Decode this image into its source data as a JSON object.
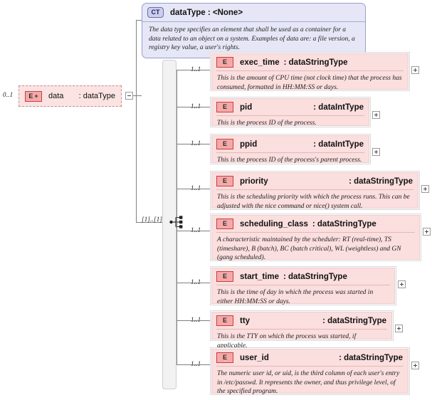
{
  "root_element": {
    "occurrence": "0..1",
    "badge": "E",
    "badge_plus": "+",
    "name": "data",
    "type": ": dataType",
    "icon": "element-expandable-icon"
  },
  "complex_type": {
    "badge": "CT",
    "title": "dataType : <None>",
    "annotation": "The data type specifies an element that shall be used as a container for a data related to an object on a system. Examples of data are: a file version, a registry key value, a user's rights."
  },
  "sequence": {
    "occurrence": "[1]..[1]",
    "icon": "sequence-compositor-icon"
  },
  "elements": [
    {
      "occurrence": "1..1",
      "badge": "E",
      "name": "exec_time",
      "type": ": dataStringType",
      "annotation": "This is the amount of CPU time (not clock time) that the process has consumed, formatted in HH:MM:SS or days.",
      "layout": "tight"
    },
    {
      "occurrence": "1..1",
      "badge": "E",
      "name": "pid",
      "type": ": dataIntType",
      "annotation": "This is the process ID of the process.",
      "layout": "pad"
    },
    {
      "occurrence": "1..1",
      "badge": "E",
      "name": "ppid",
      "type": ": dataIntType",
      "annotation": "This is the process ID of the process's parent process.",
      "layout": "pad"
    },
    {
      "occurrence": "1..1",
      "badge": "E",
      "name": "priority",
      "type": ": dataStringType",
      "annotation": "This is the scheduling priority with which the process runs.  This can be adjusted with the nice command or nice() system call.",
      "layout": "pad"
    },
    {
      "occurrence": "1..1",
      "badge": "E",
      "name": "scheduling_class",
      "type": ": dataStringType",
      "annotation": "A characteristic maintained by the scheduler: RT (real-time), TS (timeshare), B (batch), BC (batch critical), WL (weightless) and GN (gang scheduled).",
      "layout": "tight"
    },
    {
      "occurrence": "1..1",
      "badge": "E",
      "name": "start_time",
      "type": ": dataStringType",
      "annotation": "This is the time of day in which the process was started in either HH:MM:SS or days.",
      "layout": "tight"
    },
    {
      "occurrence": "1..1",
      "badge": "E",
      "name": "tty",
      "type": ": dataStringType",
      "annotation": "This is the TTY on which the process was started, if applicable.",
      "layout": "pad"
    },
    {
      "occurrence": "1..1",
      "badge": "E",
      "name": "user_id",
      "type": ": dataStringType",
      "annotation": "The numeric user id, or uid, is the third column of each user's entry in /etc/passwd.  It represents the owner, and thus privilege level, of the specified program.",
      "layout": "pad"
    }
  ],
  "colors": {
    "element_fill": "#fbdede",
    "element_border": "#eccdcd",
    "root_fill": "#fbe3e3",
    "root_border": "#c98b8b",
    "badge_fill": "#f4a9a9",
    "badge_border": "#cf3b3b",
    "ct_fill": "#e6e7f6",
    "ct_border": "#9a9ccd",
    "seq_fill": "#f2f2f2",
    "line": "#808080"
  }
}
